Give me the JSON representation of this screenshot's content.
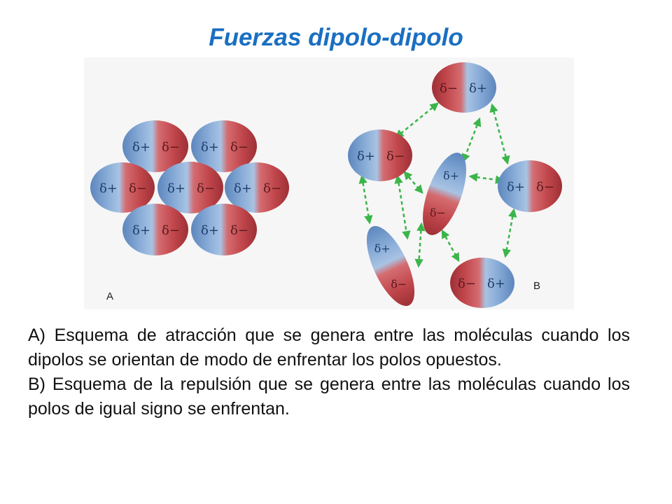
{
  "title": "Fuerzas dipolo-dipolo",
  "colors": {
    "title": "#1a6fc1",
    "negative_pole": "#c0464b",
    "positive_pole": "#6f97c9",
    "interaction_arrow": "#3bb54a"
  },
  "diagram": {
    "label_a": "A",
    "label_b": "B",
    "delta_plus": "δ+",
    "delta_minus": "δ−"
  },
  "caption": {
    "a": "A) Esquema de atracción que se genera entre las moléculas cuando los dipolos se orientan de modo de enfrentar los polos opuestos.",
    "b": "B) Esquema de la repulsión que se genera entre las moléculas cuando los polos de igual signo se enfrentan."
  }
}
